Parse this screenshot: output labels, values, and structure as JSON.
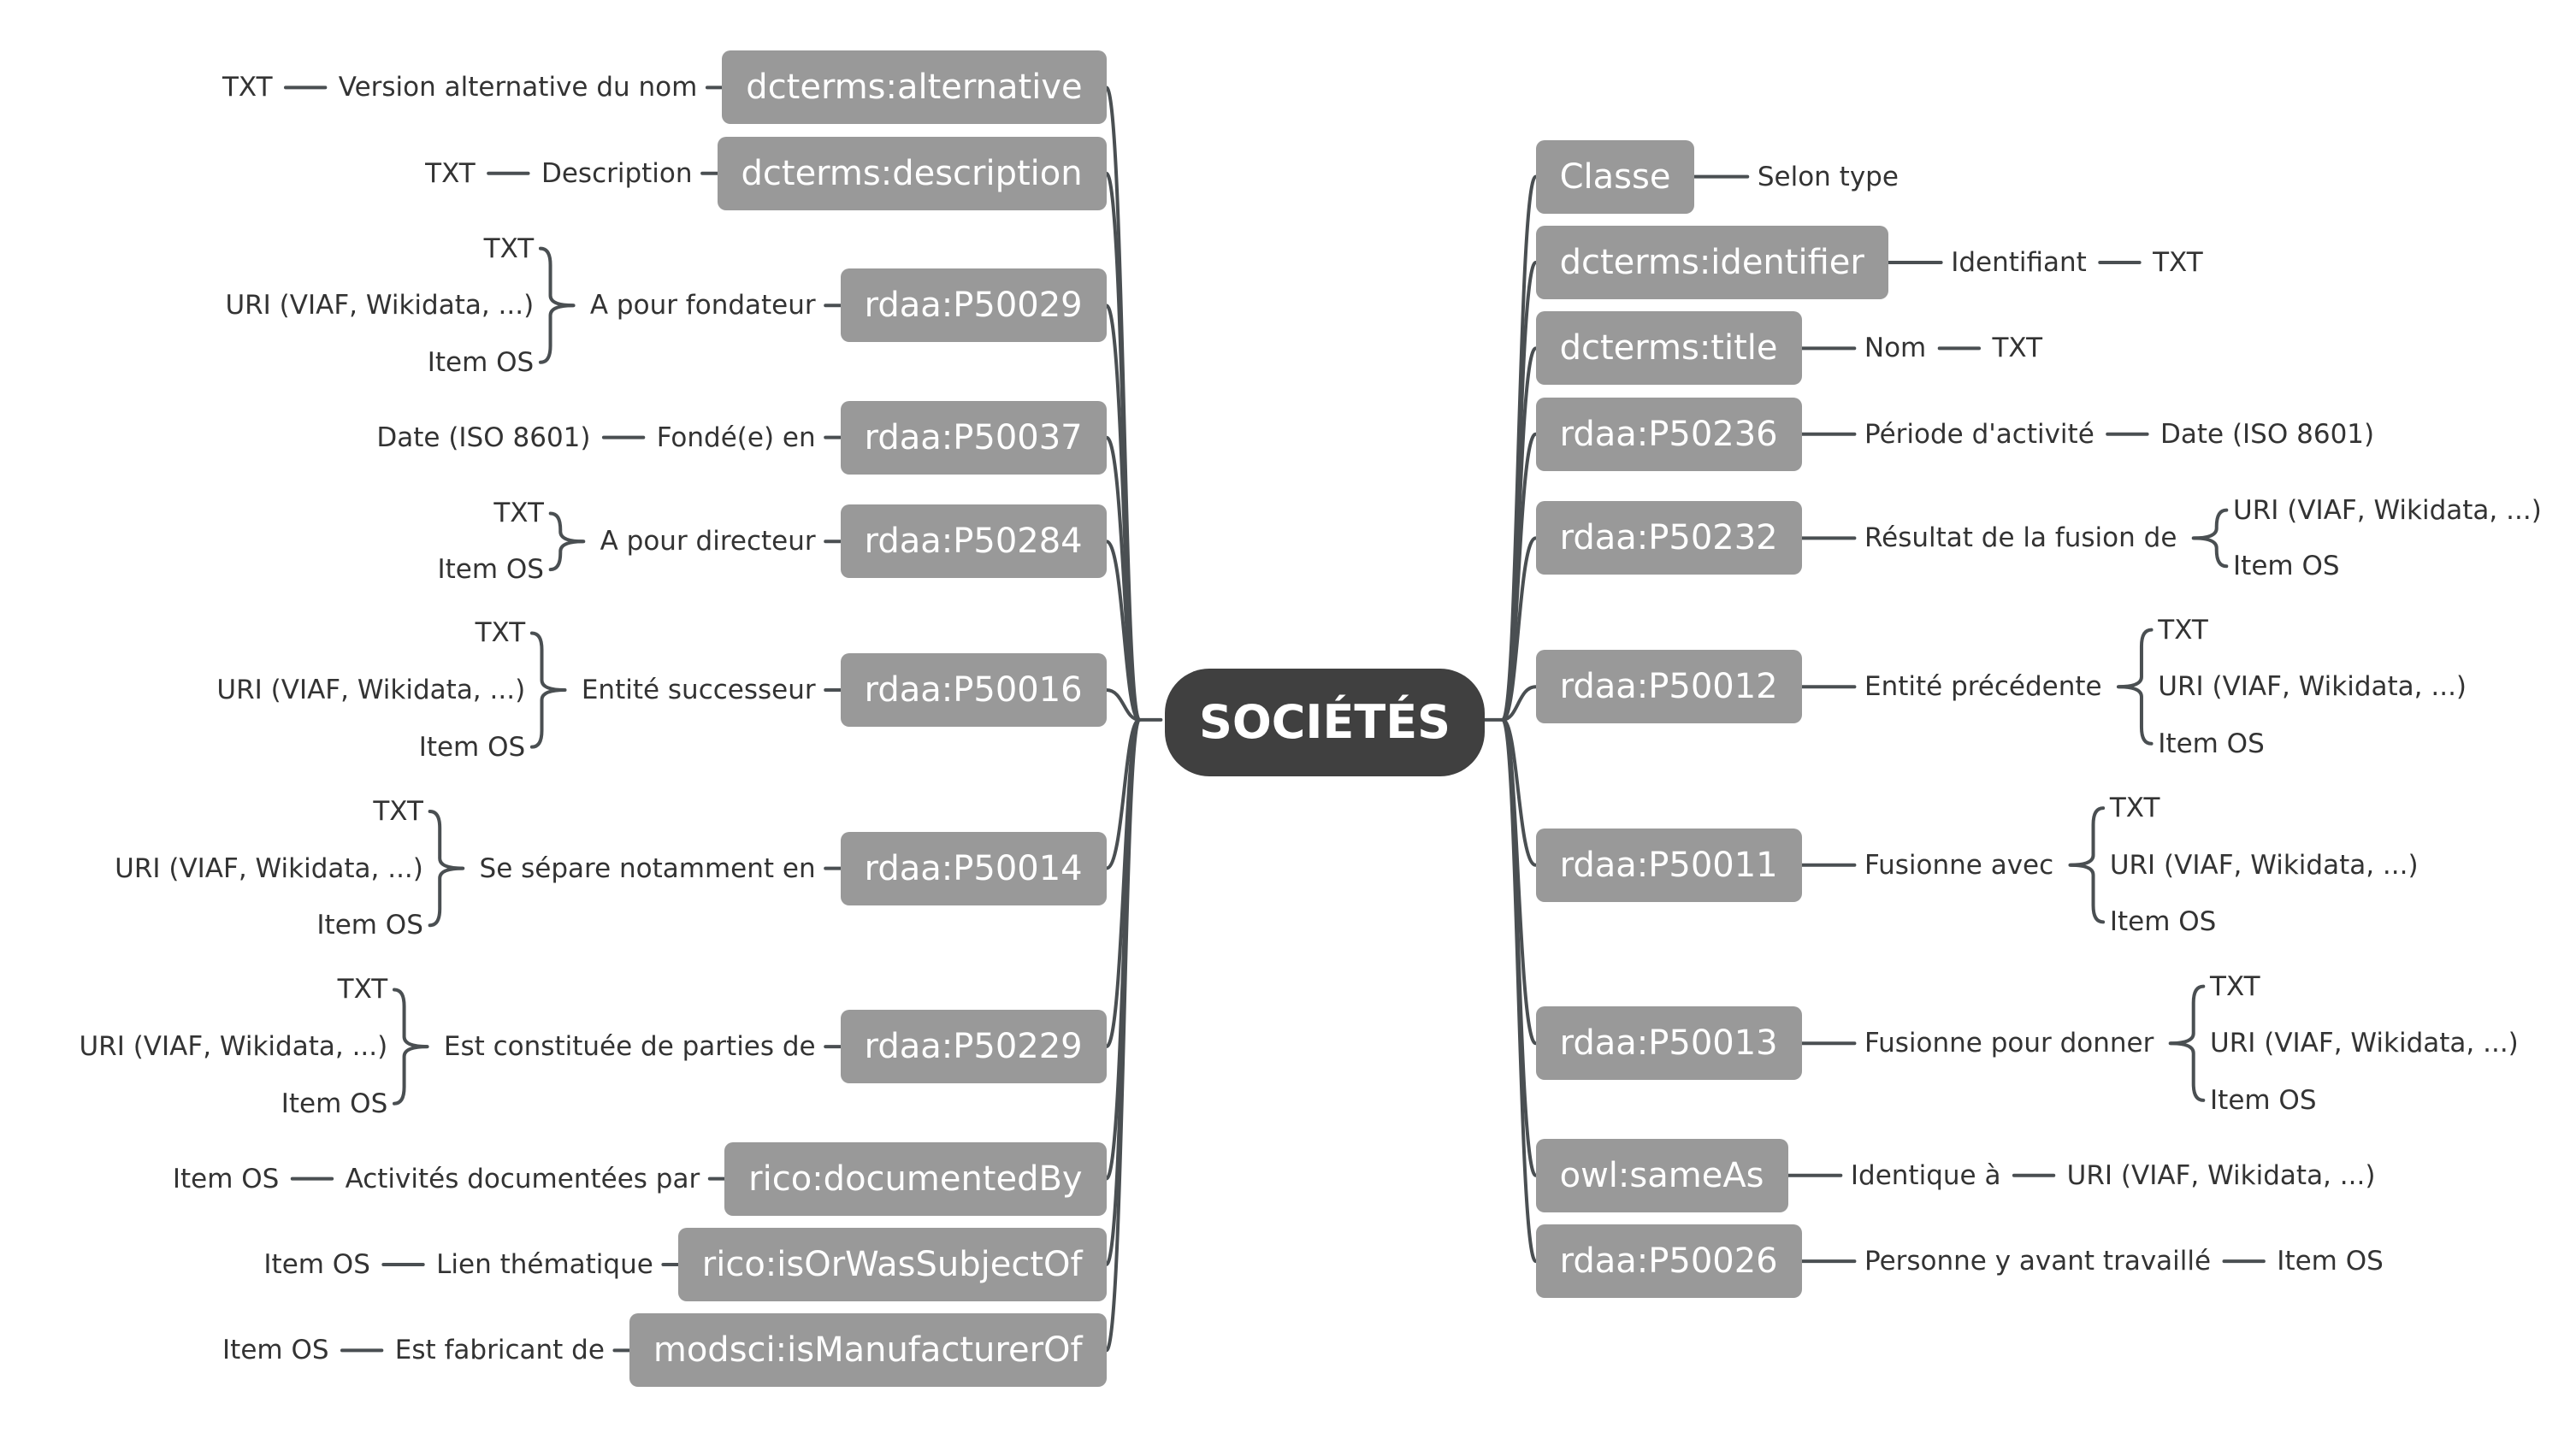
{
  "center": {
    "label": "SOCIÉTÉS"
  },
  "left": [
    {
      "prop": "dcterms:alternative",
      "label": "Version alternative du nom",
      "values": [
        "TXT"
      ]
    },
    {
      "prop": "dcterms:description",
      "label": "Description",
      "values": [
        "TXT"
      ]
    },
    {
      "prop": "rdaa:P50029",
      "label": "A pour fondateur",
      "values": [
        "TXT",
        "URI (VIAF, Wikidata, ...)",
        "Item OS"
      ]
    },
    {
      "prop": "rdaa:P50037",
      "label": "Fondé(e) en",
      "values": [
        "Date (ISO 8601)"
      ]
    },
    {
      "prop": "rdaa:P50284",
      "label": "A pour directeur",
      "values": [
        "TXT",
        "Item OS"
      ]
    },
    {
      "prop": "rdaa:P50016",
      "label": "Entité successeur",
      "values": [
        "TXT",
        "URI (VIAF, Wikidata, ...)",
        "Item OS"
      ]
    },
    {
      "prop": "rdaa:P50014",
      "label": "Se sépare notamment en",
      "values": [
        "TXT",
        "URI (VIAF, Wikidata, ...)",
        "Item OS"
      ]
    },
    {
      "prop": "rdaa:P50229",
      "label": "Est constituée de parties de",
      "values": [
        "TXT",
        "URI (VIAF, Wikidata, ...)",
        "Item OS"
      ]
    },
    {
      "prop": "rico:documentedBy",
      "label": "Activités documentées par",
      "values": [
        "Item OS"
      ]
    },
    {
      "prop": "rico:isOrWasSubjectOf",
      "label": "Lien thématique",
      "values": [
        "Item OS"
      ]
    },
    {
      "prop": "modsci:isManufacturerOf",
      "label": "Est fabricant de",
      "values": [
        "Item OS"
      ]
    }
  ],
  "right": [
    {
      "prop": "Classe",
      "label": "Selon type",
      "values": []
    },
    {
      "prop": "dcterms:identifier",
      "label": "Identifiant",
      "values": [
        "TXT"
      ]
    },
    {
      "prop": "dcterms:title",
      "label": "Nom",
      "values": [
        "TXT"
      ]
    },
    {
      "prop": "rdaa:P50236",
      "label": "Période d'activité",
      "values": [
        "Date (ISO 8601)"
      ]
    },
    {
      "prop": "rdaa:P50232",
      "label": "Résultat de la fusion de",
      "values": [
        "URI (VIAF, Wikidata, ...)",
        "Item OS"
      ]
    },
    {
      "prop": "rdaa:P50012",
      "label": "Entité précédente",
      "values": [
        "TXT",
        "URI (VIAF, Wikidata, ...)",
        "Item OS"
      ]
    },
    {
      "prop": "rdaa:P50011",
      "label": "Fusionne avec",
      "values": [
        "TXT",
        "URI (VIAF, Wikidata, ...)",
        "Item OS"
      ]
    },
    {
      "prop": "rdaa:P50013",
      "label": "Fusionne pour donner",
      "values": [
        "TXT",
        "URI (VIAF, Wikidata, ...)",
        "Item OS"
      ]
    },
    {
      "prop": "owl:sameAs",
      "label": "Identique à",
      "values": [
        "URI (VIAF, Wikidata, ...)"
      ]
    },
    {
      "prop": "rdaa:P50026",
      "label": "Personne y avant travaillé",
      "values": [
        "Item OS"
      ]
    }
  ],
  "colors": {
    "node": "#999999",
    "center": "#404040",
    "line": "#4a4f52",
    "text": "#333333"
  }
}
